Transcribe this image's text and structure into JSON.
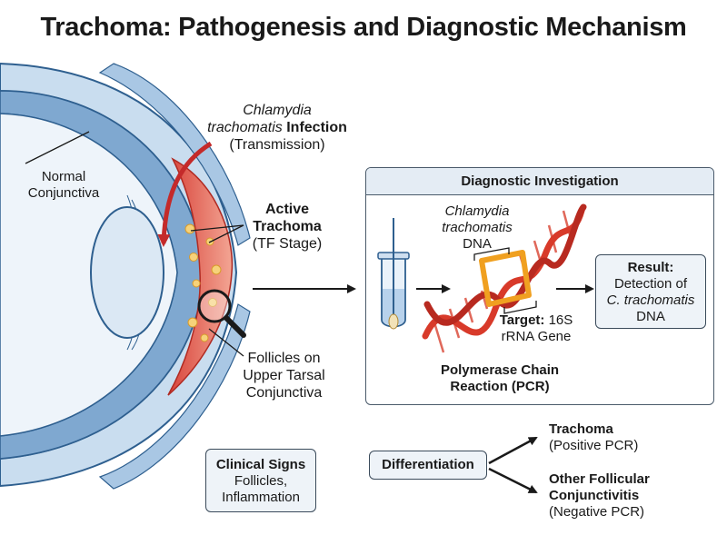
{
  "title": "Trachoma: Pathogenesis and Diagnostic Mechanism",
  "eye": {
    "normal_conjunctiva": [
      "Normal",
      "Conjunctiva"
    ],
    "infection": {
      "line1": "Chlamydia",
      "line2_italic": "trachomatis",
      "line2_bold": "Infection",
      "line3": "(Transmission)"
    },
    "active_trachoma": [
      "Active",
      "Trachoma"
    ],
    "tf_stage": "(TF Stage)",
    "follicles": [
      "Follicles on",
      "Upper Tarsal",
      "Conjunctiva"
    ]
  },
  "clinical_signs": {
    "title": "Clinical Signs",
    "lines": [
      "Follicles,",
      "Inflammation"
    ]
  },
  "diagnostic": {
    "header": "Diagnostic Investigation",
    "dna_label": [
      "Chlamydia",
      "trachomatis",
      "DNA"
    ],
    "target_bold": "Target:",
    "target_rest": "16S",
    "target_line2": "rRNA Gene",
    "pcr": [
      "Polymerase Chain",
      "Reaction (PCR)"
    ],
    "result": {
      "title": "Result:",
      "line1": "Detection of",
      "line2": "C. trachomatis",
      "line3": "DNA"
    }
  },
  "differentiation": {
    "label": "Differentiation",
    "positive": {
      "name": "Trachoma",
      "note": "(Positive PCR)"
    },
    "negative": {
      "name": [
        "Other Follicular",
        "Conjunctivitis"
      ],
      "note": "(Negative PCR)"
    }
  },
  "colors": {
    "sclera": "#c9ddef",
    "sclera_dark": "#2e5f8f",
    "inflamed": "#e45a4a",
    "follicle": "#f6d27a",
    "dna_red": "#d83a2a",
    "dna_orange": "#f0a020",
    "arrow_red": "#c42a2a"
  }
}
